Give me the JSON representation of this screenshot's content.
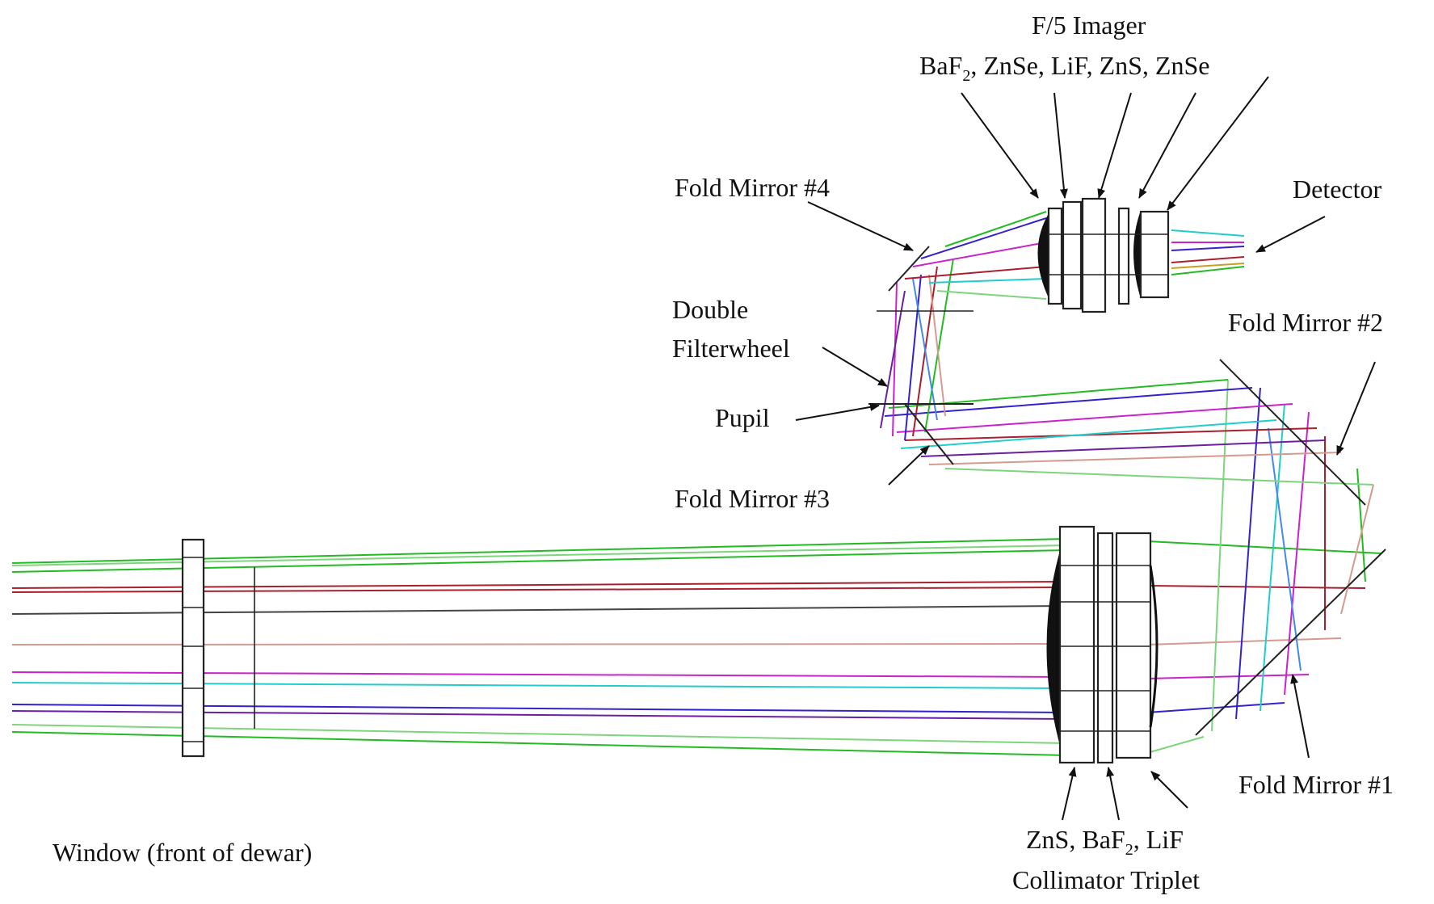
{
  "labels": {
    "imager_title": "F/5 Imager",
    "imager_materials": {
      "baf_prefix": "BaF",
      "baf_sub": "2",
      "rest": ", ZnSe, LiF, ZnS, ZnSe"
    },
    "fold_mirror_4": "Fold Mirror #4",
    "detector": "Detector",
    "double": "Double",
    "filterwheel": "Filterwheel",
    "fold_mirror_2": "Fold Mirror #2",
    "pupil": "Pupil",
    "fold_mirror_3": "Fold Mirror #3",
    "fold_mirror_1": "Fold Mirror #1",
    "window": "Window (front of dewar)",
    "collimator_materials": {
      "zns": "ZnS, BaF",
      "baf_sub": "2",
      "rest": ", LiF"
    },
    "collimator_title": "Collimator Triplet"
  },
  "ray_colors": [
    "#22bb22",
    "#aa1f2e",
    "#d59a8e",
    "#cc22cc",
    "#22cccc",
    "#3322cc",
    "#6a20a0",
    "#7fd47f",
    "#4488ee",
    "#c8a020"
  ]
}
